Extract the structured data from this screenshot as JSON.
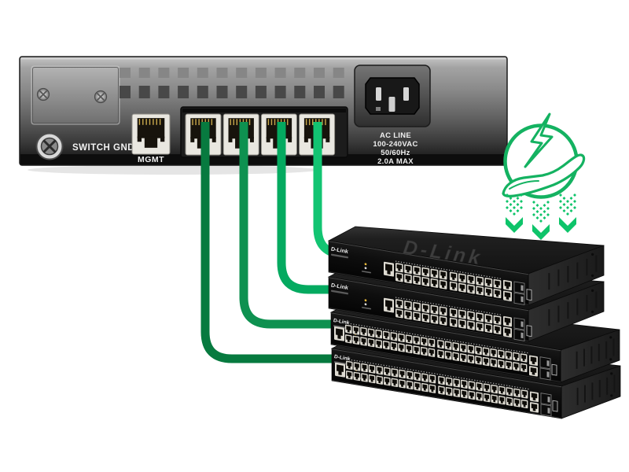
{
  "page": {
    "background": "#ffffff",
    "subject": "switch rear-panel connected by green cables to a stack of four D-Link switches"
  },
  "rear_panel": {
    "labels": {
      "ground": "SWITCH GND",
      "mgmt": "MGMT"
    },
    "ac_label_lines": [
      "AC LINE",
      "100-240VAC",
      "50/60Hz",
      "2.0A MAX"
    ],
    "mgmt_port_count": 1,
    "uplink_port_count": 4
  },
  "energy_icon": {
    "symbols": [
      "lightning-bolt",
      "open-hand"
    ],
    "arrow_columns": 3,
    "color": "#14b261",
    "arrow_color": "#0ec46a"
  },
  "switch_stack": {
    "brand_logo": "D-Link",
    "top_embossed_logo": "D-Link",
    "units": [
      {
        "label": "switch-1",
        "size": "24-port",
        "rows": 2,
        "ports_per_row": 12,
        "combo_rj45": 2,
        "sfp_ports": 2
      },
      {
        "label": "switch-2",
        "size": "24-port",
        "rows": 2,
        "ports_per_row": 12,
        "combo_rj45": 2,
        "sfp_ports": 2
      },
      {
        "label": "switch-3",
        "size": "48-port",
        "rows": 2,
        "ports_per_row": 24,
        "combo_rj45": 2,
        "sfp_ports": 2
      },
      {
        "label": "switch-4",
        "size": "48-port",
        "rows": 2,
        "ports_per_row": 24,
        "combo_rj45": 2,
        "sfp_ports": 2
      }
    ]
  },
  "cables": [
    {
      "from_port": 1,
      "to_switch": 4,
      "color": "#077a3f"
    },
    {
      "from_port": 2,
      "to_switch": 3,
      "color": "#0e9150"
    },
    {
      "from_port": 3,
      "to_switch": 2,
      "color": "#04aa60"
    },
    {
      "from_port": 4,
      "to_switch": 1,
      "color": "#12c472"
    }
  ]
}
